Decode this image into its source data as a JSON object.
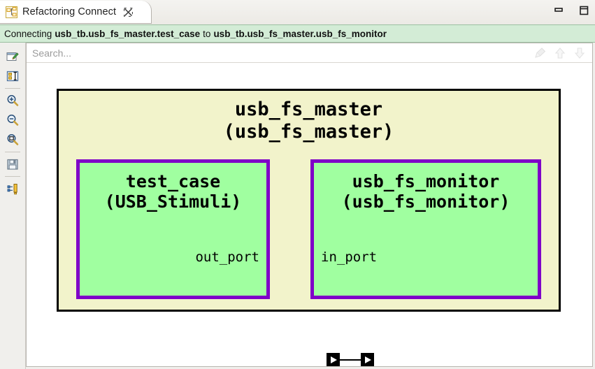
{
  "window": {
    "tab": {
      "icon": "refactoring-connect-icon",
      "title": "Refactoring Connect",
      "close_glyph": "☒"
    },
    "controls": [
      {
        "name": "minimize-button",
        "label": "Minimize"
      },
      {
        "name": "maximize-button",
        "label": "Maximize"
      }
    ]
  },
  "status": {
    "prefix": "Connecting",
    "source": "usb_tb.usb_fs_master.test_case",
    "joiner": "to",
    "target": "usb_tb.usb_fs_master.usb_fs_monitor",
    "background_color": "#d3ecd6"
  },
  "toolrail": {
    "items": [
      {
        "name": "edit-properties-icon",
        "label": "Edit"
      },
      {
        "name": "show-info-icon",
        "label": "Properties"
      },
      {
        "name": "zoom-in-icon",
        "label": "Zoom In"
      },
      {
        "name": "zoom-out-icon",
        "label": "Zoom Out"
      },
      {
        "name": "zoom-fit-icon",
        "label": "Zoom to Fit"
      },
      {
        "name": "save-icon",
        "label": "Save"
      },
      {
        "name": "connect-port-icon",
        "label": "Connect"
      }
    ]
  },
  "search": {
    "value": "",
    "placeholder": "Search...",
    "actions": [
      {
        "name": "clear-search-icon",
        "label": "Clear",
        "enabled": false
      },
      {
        "name": "arrow-up-icon",
        "label": "Previous Match",
        "enabled": false
      },
      {
        "name": "arrow-down-icon",
        "label": "Next Match",
        "enabled": false
      }
    ]
  },
  "diagram": {
    "outer": {
      "instance_name": "usb_fs_master",
      "type_name": "(usb_fs_master)",
      "fill_color": "#f2f3cb",
      "border_color": "#000000"
    },
    "children": [
      {
        "instance_name": "test_case",
        "type_name": "(USB_Stimuli)",
        "fill_color": "#a0ffa0",
        "border_color": "#7f00c8",
        "port": "out_port"
      },
      {
        "instance_name": "usb_fs_monitor",
        "type_name": "(usb_fs_monitor)",
        "fill_color": "#a0ffa0",
        "border_color": "#7f00c8",
        "port": "in_port"
      }
    ]
  }
}
